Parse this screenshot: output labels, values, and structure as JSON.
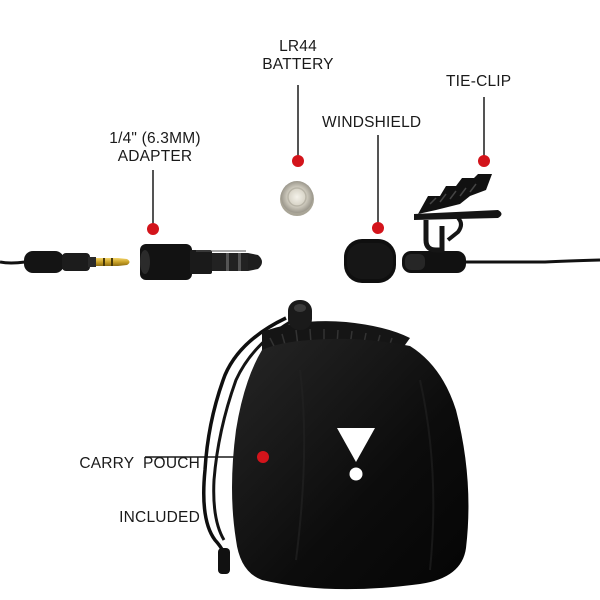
{
  "labels": {
    "battery": {
      "line1": "LR44",
      "line2": "BATTERY"
    },
    "tie_clip": {
      "line1": "TIE-CLIP"
    },
    "adapter": {
      "line1": "1/4\" (6.3MM)",
      "line2": "ADAPTER"
    },
    "windshield": {
      "line1": "WINDSHIELD"
    },
    "pouch": {
      "line1": "CARRY  POUCH",
      "line2": "INCLUDED"
    }
  },
  "colors": {
    "callout_dot": "#d3141b",
    "callout_line": "#1a1a1a",
    "product": "#0d0d0d",
    "gold": "#c9a227",
    "background": "#ffffff"
  },
  "icons": [
    "battery-icon",
    "tie-clip-icon",
    "adapter-icon",
    "windshield-icon",
    "pouch-icon",
    "cable-icon"
  ]
}
